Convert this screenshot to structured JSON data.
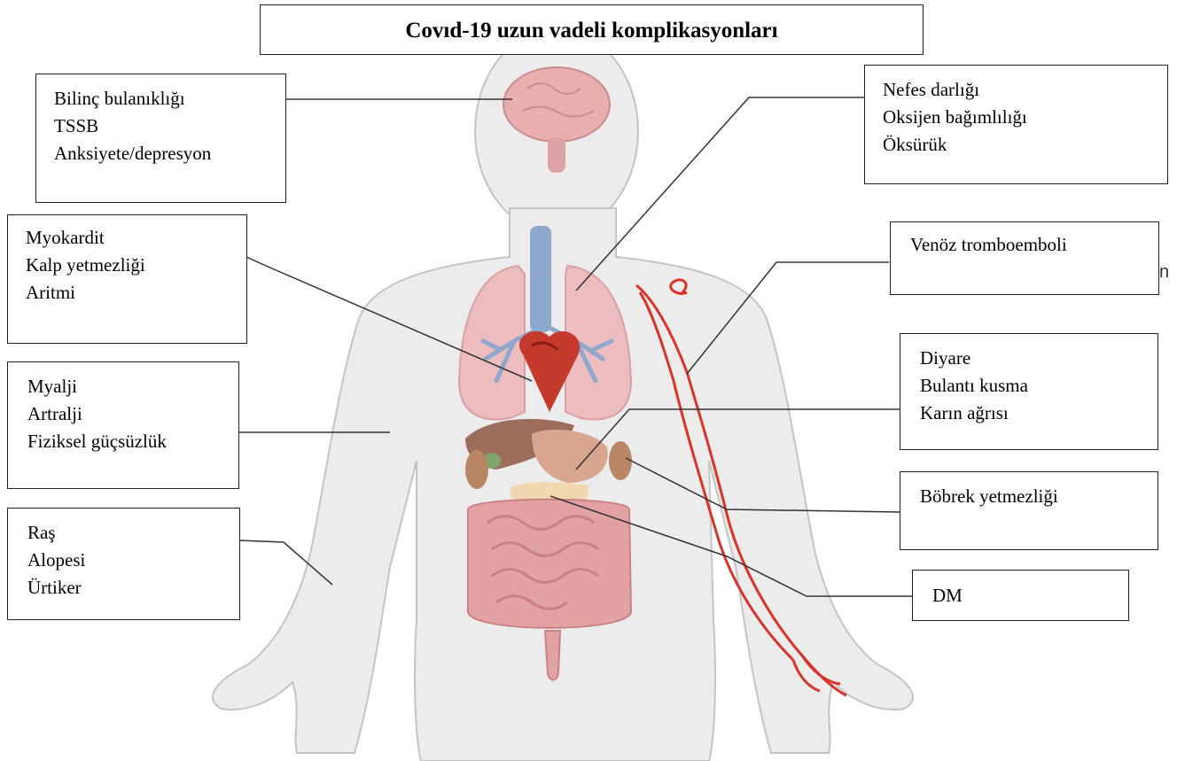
{
  "title": "Covıd-19 uzun vadeli komplikasyonları",
  "stray_char": "n",
  "boxes": {
    "neuro": [
      "Bilinç bulanıklığı",
      "TSSB",
      "Anksiyete/depresyon"
    ],
    "cardiac": [
      "Myokardit",
      "Kalp yetmezliği",
      "Aritmi"
    ],
    "musculo": [
      "Myalji",
      "Artralji",
      "Fiziksel güçsüzlük"
    ],
    "derm": [
      "Raş",
      "Alopesi",
      "Ürtiker"
    ],
    "resp": [
      "Nefes darlığı",
      "Oksijen bağımlılığı",
      "Öksürük"
    ],
    "vte": [
      "Venöz tromboemboli"
    ],
    "gi": [
      "Diyare",
      "Bulantı kusma",
      "Karın ağrısı"
    ],
    "renal": [
      "Böbrek yetmezliği"
    ],
    "dm": [
      "DM"
    ]
  },
  "colors": {
    "skin_fill": "#ececec",
    "skin_stroke": "#c4c4c4",
    "brain": "#e8aeb0",
    "lungs": "#edbcbf",
    "airway": "#8fa7cc",
    "heart": "#c63a2e",
    "liver": "#9d6e5c",
    "intestine": "#e2a2a4",
    "vessel": "#d9332b",
    "leader": "#333333"
  }
}
